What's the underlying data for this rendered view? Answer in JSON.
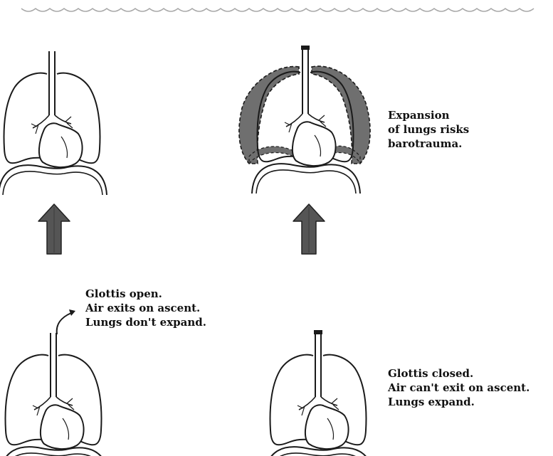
{
  "diagram": {
    "caption_expansion": {
      "line1": "Expansion",
      "line2": "of lungs risks",
      "line3": "barotrauma."
    },
    "caption_open": {
      "line1": "Glottis open.",
      "line2": "Air exits on ascent.",
      "line3": "Lungs don't expand."
    },
    "caption_closed": {
      "line1": "Glottis closed.",
      "line2": "Air can't exit on ascent.",
      "line3": "Lungs expand."
    },
    "colors": {
      "outline": "#1a1a1a",
      "expanded_lung_fill": "#6f6f6f",
      "arrow_fill": "#555555",
      "wave_stroke": "#a8a8a8"
    }
  }
}
